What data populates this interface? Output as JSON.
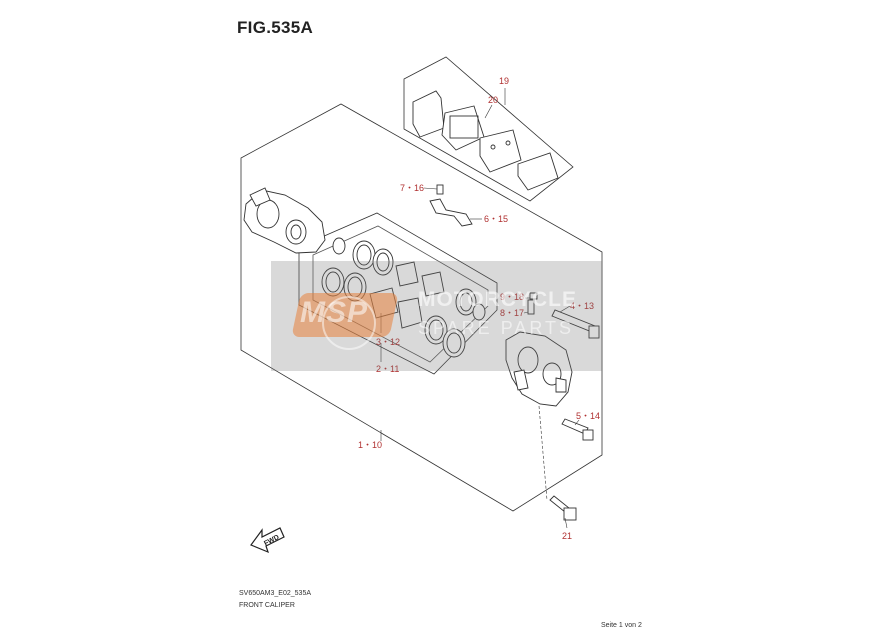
{
  "figure": {
    "title": "FIG.535A",
    "code": "SV650AM3_E02_535A",
    "name": "FRONT CALIPER",
    "page": "Seite 1 von 2"
  },
  "callouts": {
    "c19": "19",
    "c20": "20",
    "c7_16": "7・16",
    "c6_15": "6・15",
    "c9_18": "9・18",
    "c8_17": "8・17",
    "c4_13": "4・13",
    "c3_12": "3・12",
    "c2_11": "2・11",
    "c5_14": "5・14",
    "c1_10": "1・10",
    "c21": "21"
  },
  "fwd_label": "FWD",
  "watermark": {
    "logo_text": "MSP",
    "line1": "MOTORCYCLE",
    "line2": "SPARE PARTS"
  },
  "colors": {
    "callout": "#b03030",
    "line": "#333333",
    "watermark_band": "#787878",
    "watermark_logo": "#e8823c"
  }
}
